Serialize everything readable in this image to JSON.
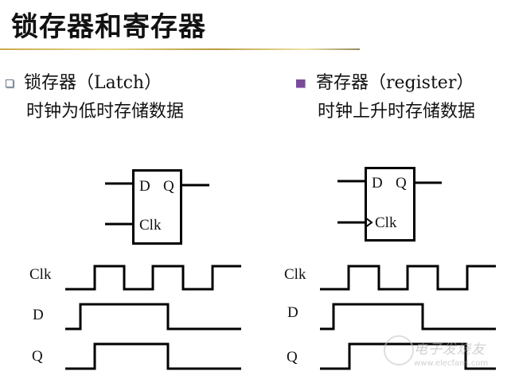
{
  "title": "锁存器和寄存器",
  "left": {
    "bullet_icon": "hollow-square-bullet",
    "heading_cn": "锁存器",
    "heading_en": "（Latch）",
    "subtitle": "时钟为低时存储数据",
    "block": {
      "d_label": "D",
      "q_label": "Q",
      "clk_label": "Clk",
      "edge_triggered": false
    },
    "waveforms": {
      "labels": [
        "Clk",
        "D",
        "Q"
      ]
    }
  },
  "right": {
    "bullet_icon": "purple-square-bullet",
    "heading_cn": "寄存器",
    "heading_en": "（register）",
    "subtitle": "时钟上升时存储数据",
    "block": {
      "d_label": "D",
      "q_label": "Q",
      "clk_label": "Clk",
      "edge_triggered": true
    },
    "waveforms": {
      "labels": [
        "Clk",
        "D",
        "Q"
      ]
    }
  },
  "watermark": {
    "text": "电子发烧友",
    "url": "www.elecfans.com"
  },
  "colors": {
    "rule_gold": "#c9a94a",
    "bullet_purple": "#7a4a9a",
    "line": "#000000"
  }
}
